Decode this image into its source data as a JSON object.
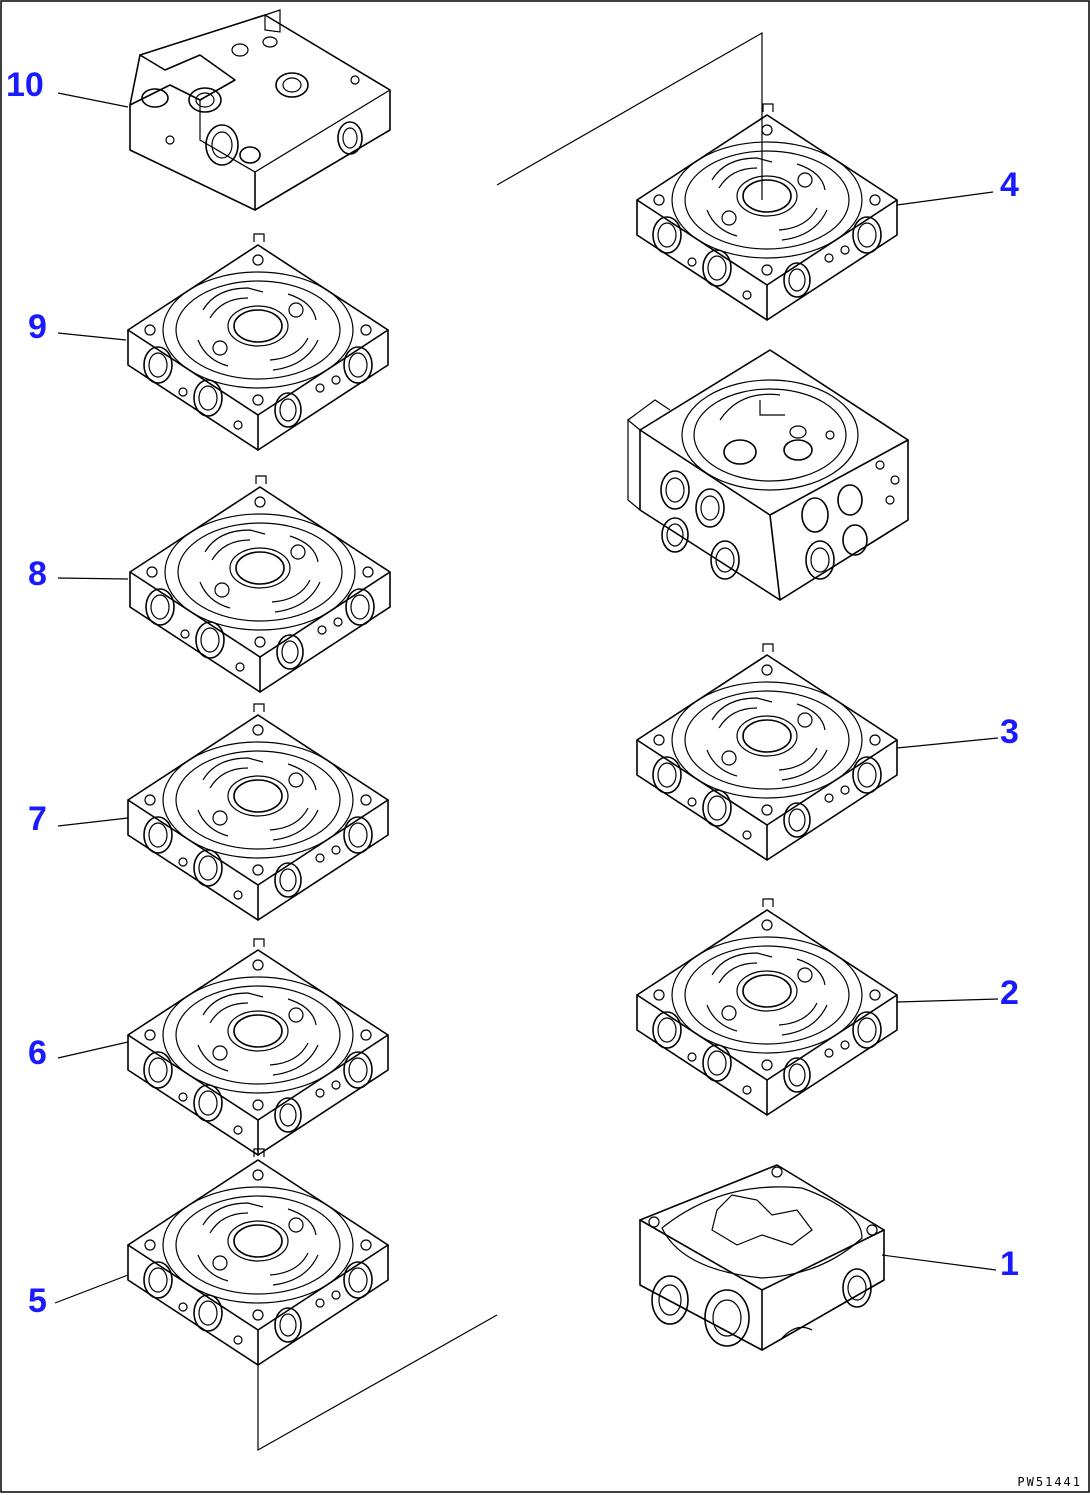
{
  "drawing_code": "PW51441",
  "callouts": [
    {
      "id": "1",
      "label": "1"
    },
    {
      "id": "2",
      "label": "2"
    },
    {
      "id": "3",
      "label": "3"
    },
    {
      "id": "4",
      "label": "4"
    },
    {
      "id": "5",
      "label": "5"
    },
    {
      "id": "6",
      "label": "6"
    },
    {
      "id": "7",
      "label": "7"
    },
    {
      "id": "8",
      "label": "8"
    },
    {
      "id": "9",
      "label": "9"
    },
    {
      "id": "10",
      "label": "10"
    }
  ]
}
